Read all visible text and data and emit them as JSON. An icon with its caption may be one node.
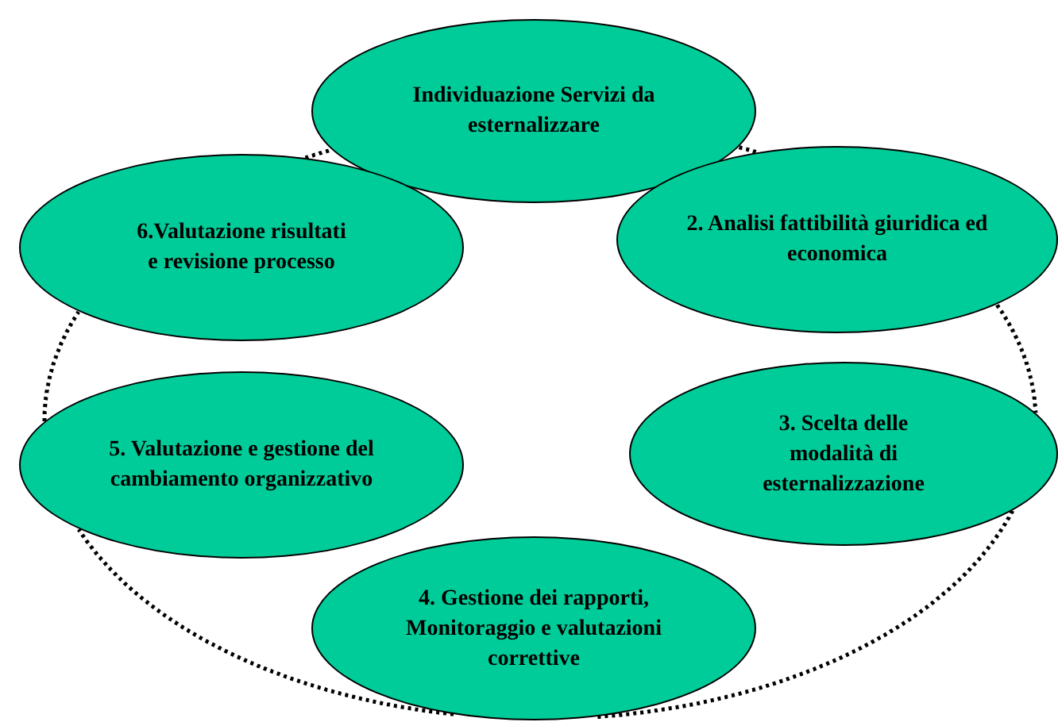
{
  "diagram": {
    "nodes": [
      {
        "text": [
          "Individuazione Servizi da esternalizzare"
        ]
      },
      {
        "text": [
          "2. Analisi fattibilità giuridica ed economica"
        ]
      },
      {
        "text": [
          "3. Scelta delle modalità di esternalizzazione"
        ]
      },
      {
        "text": [
          "4. Gestione dei rapporti, Monitoraggio e valutazioni correttive"
        ]
      },
      {
        "text": [
          "5. Valutazione e gestione del cambiamento organizzativo"
        ]
      },
      {
        "text": [
          "6.Valutazione risultati e revisione processo"
        ]
      }
    ],
    "edges": [
      {
        "from": 0,
        "to": 1,
        "arrow": "none",
        "style": "dashed"
      },
      {
        "from": 1,
        "to": 2,
        "arrow": "none",
        "style": "dashed"
      },
      {
        "from": 2,
        "to": 3,
        "arrow": "none",
        "style": "dashed"
      },
      {
        "from": 3,
        "to": 4,
        "arrow": "none",
        "style": "dashed"
      },
      {
        "from": 4,
        "to": 5,
        "arrow": "none",
        "style": "dashed"
      },
      {
        "from": 5,
        "to": 0,
        "arrow": "none",
        "style": "dashed"
      }
    ]
  }
}
